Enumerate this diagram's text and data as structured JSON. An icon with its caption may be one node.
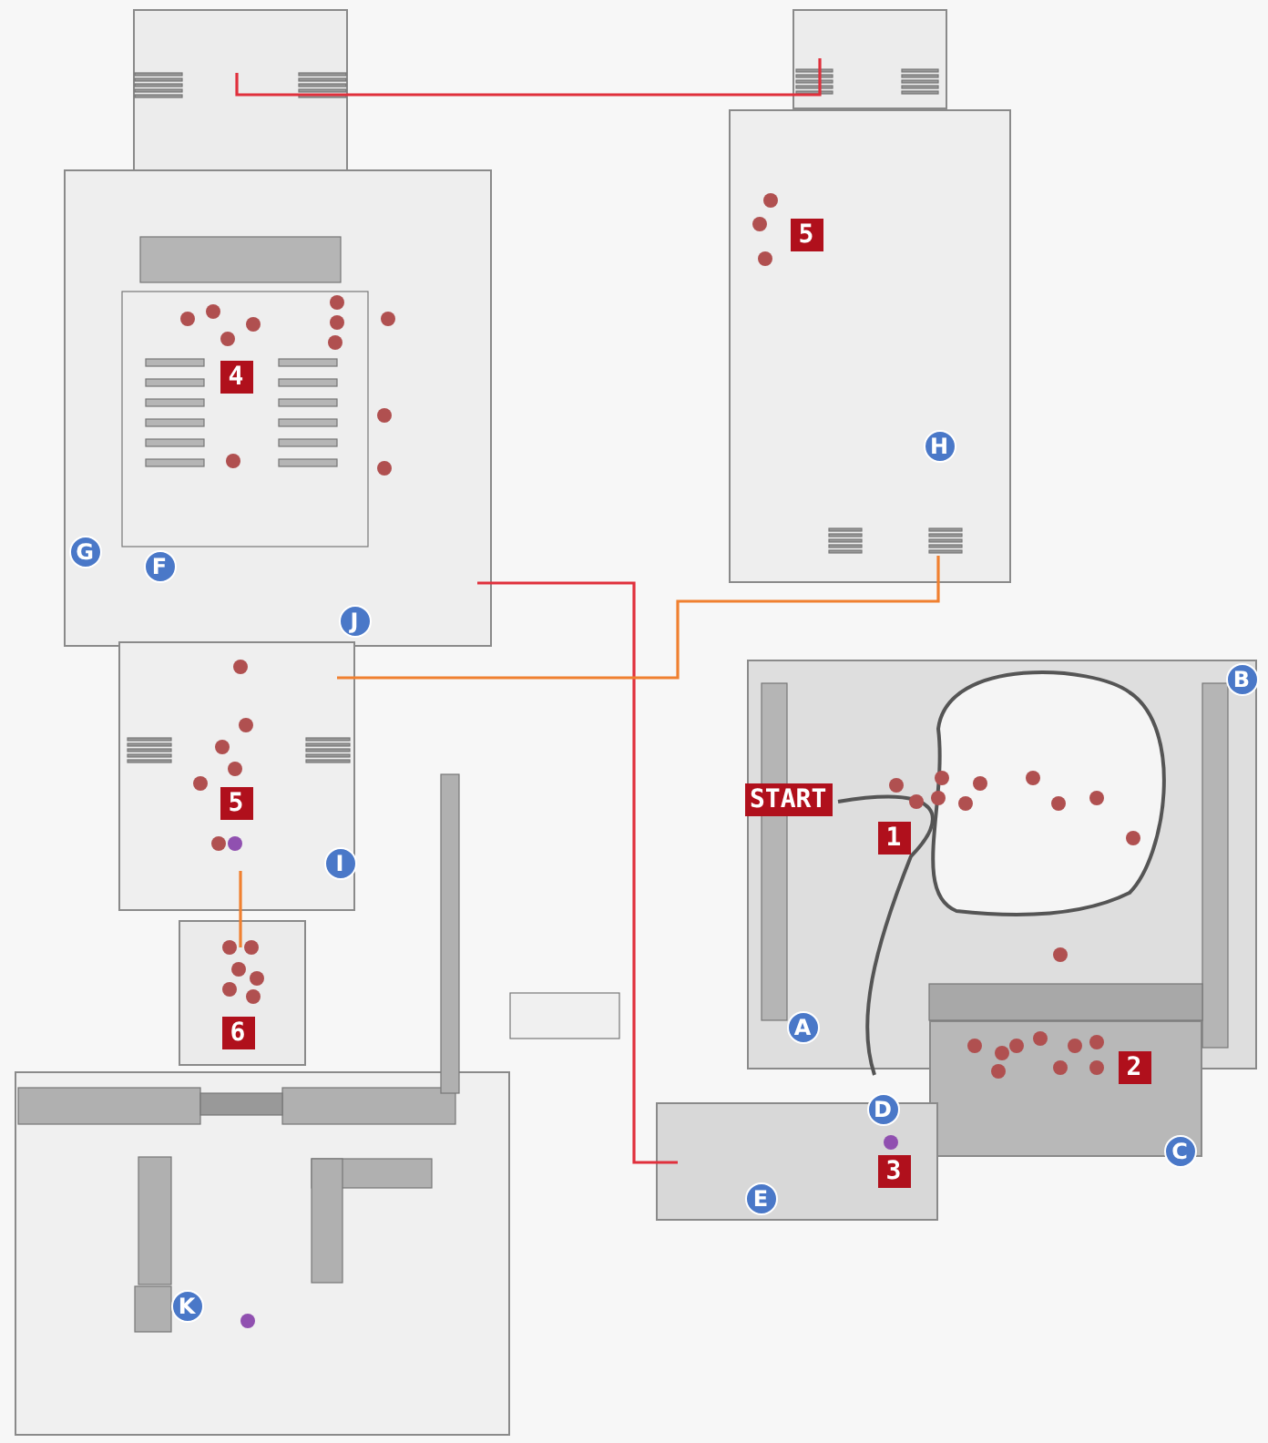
{
  "diagram": {
    "nodes": [
      {
        "text": [],
        "shape": "box"
      },
      {
        "text": [],
        "shape": "box"
      },
      {
        "text": [],
        "shape": "box"
      },
      {
        "text": [],
        "shape": "box"
      },
      {
        "text": [],
        "shape": "box"
      },
      {
        "text": [],
        "shape": "box"
      },
      {
        "text": [],
        "shape": "box"
      },
      {
        "text": [],
        "shape": "box"
      },
      {
        "text": [],
        "shape": "box"
      },
      {
        "text": [],
        "shape": "box"
      },
      {
        "text": [
          "4"
        ],
        "in": 1
      },
      {
        "text": [
          "G"
        ],
        "in": 1
      },
      {
        "text": [
          "F"
        ],
        "in": 1
      },
      {
        "text": [
          "J"
        ],
        "in": 1
      },
      {
        "text": [
          "5"
        ],
        "in": 2
      },
      {
        "text": [
          "I"
        ],
        "in": 2
      },
      {
        "text": [
          "6"
        ],
        "in": 3
      },
      {
        "text": [
          "K"
        ],
        "in": 4
      },
      {
        "text": [
          "5"
        ],
        "in": 6
      },
      {
        "text": [
          "H"
        ],
        "in": 6
      },
      {
        "text": [
          "B"
        ],
        "in": 7
      },
      {
        "text": [
          "START"
        ],
        "in": 7
      },
      {
        "text": [
          "1"
        ],
        "in": 7
      },
      {
        "text": [
          "A"
        ],
        "in": 7
      },
      {
        "text": [
          "2"
        ],
        "in": 8
      },
      {
        "text": [
          "C"
        ],
        "in": 8
      },
      {
        "text": [
          "D"
        ],
        "in": 9
      },
      {
        "text": [
          "3"
        ],
        "in": 9
      },
      {
        "text": [
          "E"
        ],
        "in": 9
      }
    ],
    "edges": [
      {
        "from": 0,
        "to": 5,
        "arrow": "none",
        "color": "#e0303c"
      },
      {
        "from": 1,
        "to": 9,
        "arrow": "none",
        "color": "#e0303c"
      },
      {
        "from": 6,
        "to": 2,
        "arrow": "none",
        "color": "#f08030"
      },
      {
        "from": 2,
        "to": 3,
        "arrow": "none",
        "color": "#f08030"
      }
    ]
  }
}
